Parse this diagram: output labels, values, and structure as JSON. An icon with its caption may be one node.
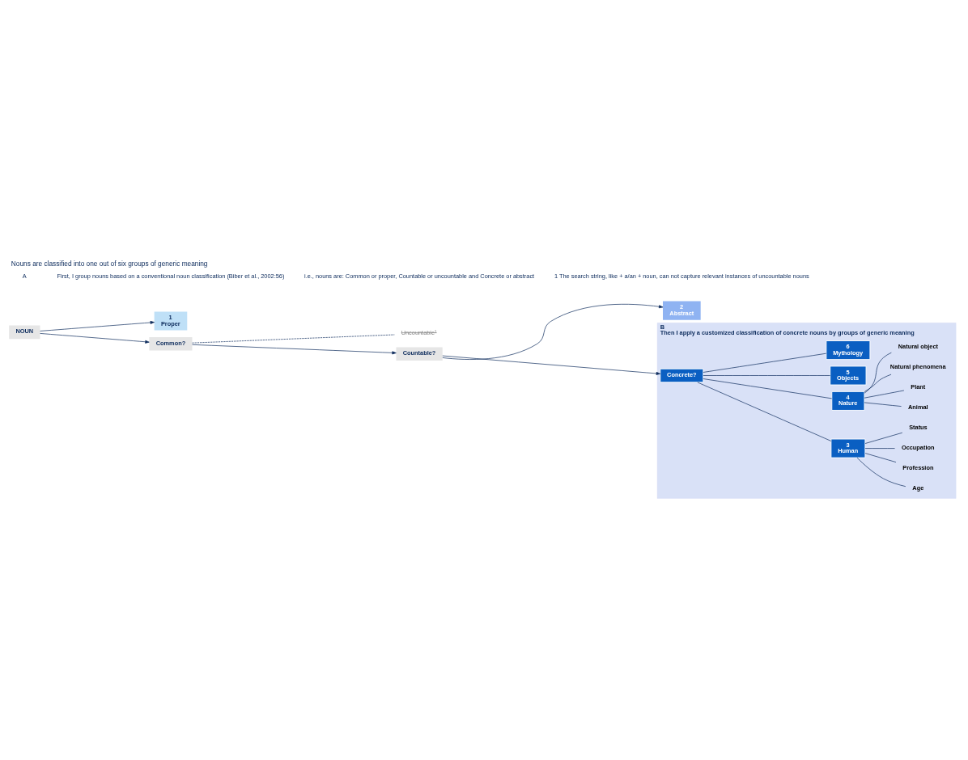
{
  "diagram": {
    "title": "Nouns are classified into one out of six groups of generic meaning",
    "nodes": [
      {
        "text": [
          "NOUN"
        ]
      },
      {
        "text": [
          "1",
          "Proper"
        ]
      },
      {
        "text": [
          "Common?"
        ]
      },
      {
        "text": [
          "Uncountable¹"
        ]
      },
      {
        "text": [
          "Countable?"
        ]
      },
      {
        "text": [
          "2",
          "Abstract"
        ]
      },
      {
        "text": [
          "B",
          "Then I apply a customized classification of concrete nouns by groups of generic meaning"
        ]
      },
      {
        "text": [
          "Concrete?"
        ],
        "in": 6
      },
      {
        "text": [
          "3",
          "Human"
        ],
        "in": 6
      },
      {
        "text": [
          "Age"
        ],
        "in": 6
      },
      {
        "text": [
          "Profession"
        ],
        "in": 6
      },
      {
        "text": [
          "Occupation"
        ],
        "in": 6
      },
      {
        "text": [
          "Status"
        ],
        "in": 6
      },
      {
        "text": [
          "4",
          "Nature"
        ],
        "in": 6
      },
      {
        "text": [
          "Animal"
        ],
        "in": 6
      },
      {
        "text": [
          "Plant"
        ],
        "in": 6
      },
      {
        "text": [
          "Natural phenomena"
        ],
        "in": 6
      },
      {
        "text": [
          "Natural object"
        ],
        "in": 6
      },
      {
        "text": [
          "5",
          "Objects"
        ],
        "in": 6
      },
      {
        "text": [
          "6",
          "Mythology"
        ],
        "in": 6
      }
    ],
    "edges": [
      {
        "from": 0,
        "to": 1,
        "arrow": "to"
      },
      {
        "from": 0,
        "to": 2,
        "arrow": "to"
      },
      {
        "from": 2,
        "to": 3,
        "arrow": "none",
        "style": "dashed"
      },
      {
        "from": 2,
        "to": 4,
        "arrow": "to"
      },
      {
        "from": 4,
        "to": 5,
        "arrow": "to"
      },
      {
        "from": 4,
        "to": 7,
        "arrow": "to"
      },
      {
        "from": 7,
        "to": 8,
        "arrow": "none"
      },
      {
        "from": 7,
        "to": 13,
        "arrow": "none"
      },
      {
        "from": 7,
        "to": 18,
        "arrow": "none"
      },
      {
        "from": 7,
        "to": 19,
        "arrow": "none"
      },
      {
        "from": 8,
        "to": 9,
        "arrow": "none"
      },
      {
        "from": 8,
        "to": 10,
        "arrow": "none"
      },
      {
        "from": 8,
        "to": 11,
        "arrow": "none"
      },
      {
        "from": 8,
        "to": 12,
        "arrow": "none"
      },
      {
        "from": 13,
        "to": 14,
        "arrow": "none"
      },
      {
        "from": 13,
        "to": 15,
        "arrow": "none"
      },
      {
        "from": 13,
        "to": 16,
        "arrow": "none"
      },
      {
        "from": 13,
        "to": 17,
        "arrow": "none"
      }
    ],
    "labels": [
      "A",
      "First, I group nouns based on a conventional noun classification (Biber et al., 2002:56)",
      "i.e., nouns are: Common or proper, Countable or uncountable and Concrete or abstract",
      "1 The search string, like + a/an + noun, can not capture relevant instances of uncountable nouns"
    ]
  }
}
